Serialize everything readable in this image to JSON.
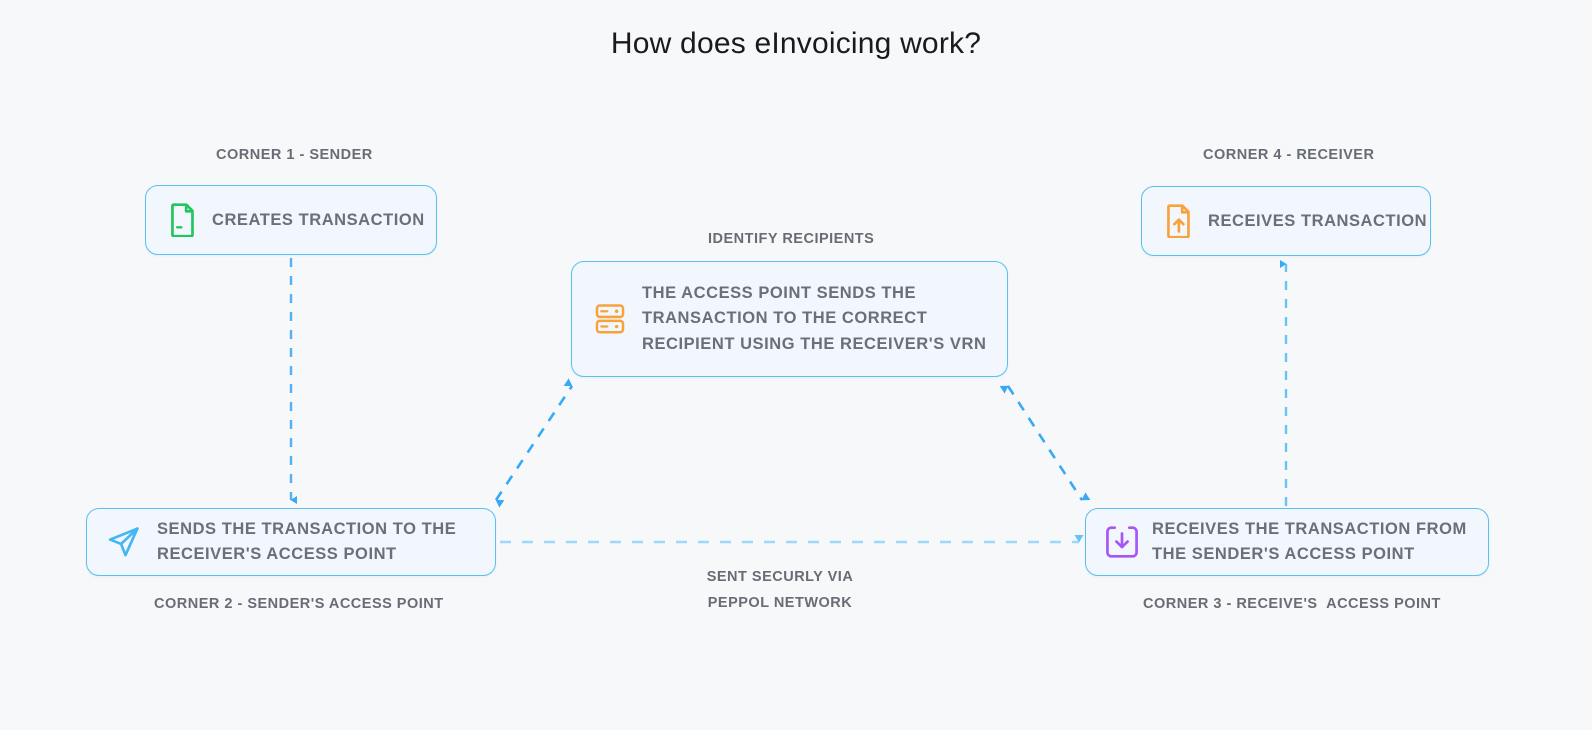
{
  "page": {
    "title": "How does eInvoicing work?",
    "background_color": "#f7f8fa"
  },
  "colors": {
    "node_border": "#5bc0f0",
    "node_fill": "#f1f7fc",
    "arrow_blue": "#38a9f5",
    "arrow_light_blue": "#8fd0f8",
    "caption_text": "#676c75",
    "node_text": "#6a6f78",
    "icon_green": "#22c55e",
    "icon_orange": "#f9a23b",
    "icon_blue": "#45b6f2",
    "icon_purple": "#a855f7"
  },
  "nodes": {
    "corner1": {
      "caption": "CORNER 1 - SENDER",
      "label": "CREATES TRANSACTION",
      "icon": "document-icon"
    },
    "corner4": {
      "caption": "CORNER 4 - RECEIVER",
      "label": "RECEIVES TRANSACTION",
      "icon": "document-upload-icon"
    },
    "center": {
      "caption": "IDENTIFY RECIPIENTS",
      "label": "THE ACCESS POINT SENDS THE\nTRANSACTION TO THE CORRECT\nRECIPIENT USING THE RECEIVER'S VRN",
      "icon": "server-icon"
    },
    "corner2": {
      "caption": "CORNER 2 - SENDER'S ACCESS POINT",
      "label": "SENDS THE TRANSACTION TO THE\nRECEIVER'S ACCESS POINT",
      "icon": "send-icon"
    },
    "corner3": {
      "caption": "CORNER 3 - RECEIVE'S  ACCESS POINT",
      "label": "RECEIVES THE TRANSACTION FROM\nTHE SENDER'S ACCESS POINT",
      "icon": "download-icon"
    }
  },
  "connectors": {
    "network_label": "SENT SECURLY VIA\nPEPPOL NETWORK",
    "left_vertical": {
      "from": "corner1",
      "to": "corner2",
      "style": "dashed",
      "direction": "down"
    },
    "right_vertical": {
      "from": "corner3",
      "to": "corner4",
      "style": "dashed",
      "direction": "up"
    },
    "bottom_horizontal": {
      "from": "corner2",
      "to": "corner3",
      "style": "dashed",
      "direction": "right"
    },
    "left_diagonal": {
      "from": "corner2",
      "to": "center",
      "style": "dashed",
      "direction": "both"
    },
    "right_diagonal": {
      "from": "center",
      "to": "corner3",
      "style": "dashed",
      "direction": "both"
    }
  }
}
